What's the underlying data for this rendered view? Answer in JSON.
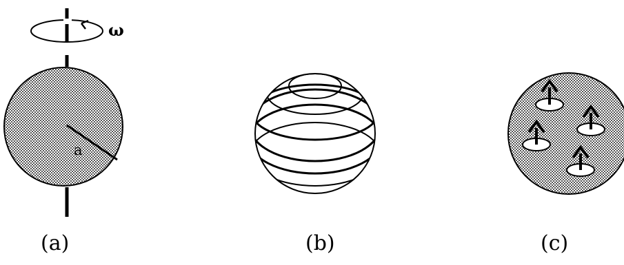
{
  "panels": [
    {
      "id": "a",
      "caption": "(a)",
      "omega_label": "ω",
      "radius_label": "a"
    },
    {
      "id": "b",
      "caption": "(b)"
    },
    {
      "id": "c",
      "caption": "(c)"
    }
  ],
  "colors": {
    "ink": "#000000",
    "background": "#ffffff",
    "stipple": "#8a8a8a"
  }
}
